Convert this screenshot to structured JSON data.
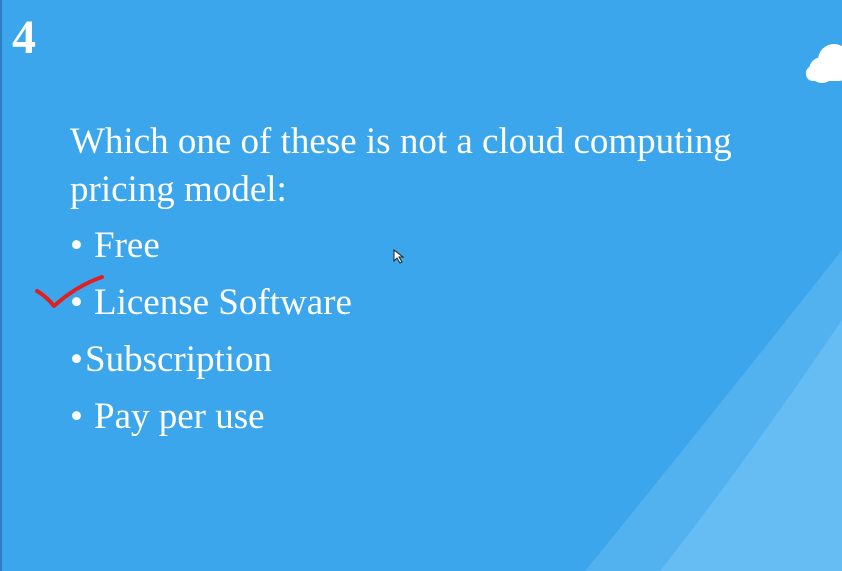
{
  "slide": {
    "number": "4",
    "question": "Which one of these is not a cloud computing pricing model:",
    "options": [
      {
        "bullet": "•",
        "label": "Free"
      },
      {
        "bullet": "•",
        "label": "License Software",
        "marked": true
      },
      {
        "bullet": "•",
        "label": "Subscription"
      },
      {
        "bullet": "•",
        "label": "Pay per use"
      }
    ]
  },
  "colors": {
    "background": "#3ba6eb",
    "text": "#ffffff",
    "checkmark": "#e02020"
  },
  "icons": {
    "cloud": "cloud-icon",
    "checkmark": "checkmark-icon",
    "cursor": "mouse-cursor-icon"
  }
}
